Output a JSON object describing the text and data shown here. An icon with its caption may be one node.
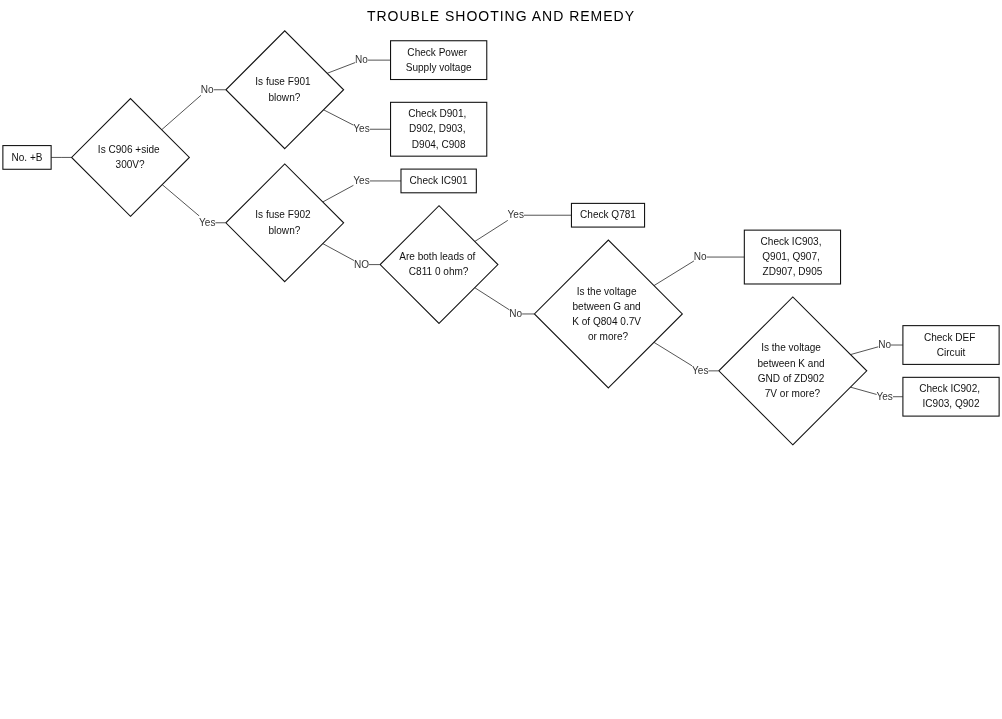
{
  "diagram": {
    "title": "TROUBLE SHOOTING AND REMEDY",
    "nodes": [
      {
        "text": [
          "No. +B"
        ]
      },
      {
        "text": [
          "Is C906 +side 300V?"
        ]
      },
      {
        "text": [
          "Is fuse F901 blown?"
        ]
      },
      {
        "text": [
          "Check Power Supply voltage"
        ]
      },
      {
        "text": [
          "Check D901, D902, D903, D904, C908"
        ]
      },
      {
        "text": [
          "Is fuse F902 blown?"
        ]
      },
      {
        "text": [
          "Check IC901"
        ]
      },
      {
        "text": [
          "Are both leads of C811 0 ohm?"
        ]
      },
      {
        "text": [
          "Check Q781"
        ]
      },
      {
        "text": [
          "Is the voltage between G and K of Q804 0.7V or more?"
        ]
      },
      {
        "text": [
          "Check IC903, Q901, Q907, ZD907, D905"
        ]
      },
      {
        "text": [
          "Is the voltage between K and GND of ZD902 7V or more?"
        ]
      },
      {
        "text": [
          "Check DEF Circuit"
        ]
      },
      {
        "text": [
          "Check IC902, IC903, Q902"
        ]
      }
    ],
    "edges": [
      {
        "from": 0,
        "to": 1,
        "arrow": "none"
      },
      {
        "from": 1,
        "to": 2,
        "arrow": "none",
        "label": "No"
      },
      {
        "from": 2,
        "to": 3,
        "arrow": "none",
        "label": "No"
      },
      {
        "from": 2,
        "to": 4,
        "arrow": "none",
        "label": "Yes"
      },
      {
        "from": 1,
        "to": 5,
        "arrow": "none",
        "label": "Yes"
      },
      {
        "from": 5,
        "to": 6,
        "arrow": "none",
        "label": "Yes"
      },
      {
        "from": 5,
        "to": 7,
        "arrow": "none",
        "label": "NO"
      },
      {
        "from": 7,
        "to": 8,
        "arrow": "none",
        "label": "Yes"
      },
      {
        "from": 7,
        "to": 9,
        "arrow": "none",
        "label": "No"
      },
      {
        "from": 9,
        "to": 10,
        "arrow": "none",
        "label": "No"
      },
      {
        "from": 9,
        "to": 11,
        "arrow": "none",
        "label": "Yes"
      },
      {
        "from": 11,
        "to": 12,
        "arrow": "none",
        "label": "No"
      },
      {
        "from": 11,
        "to": 13,
        "arrow": "none",
        "label": "Yes"
      }
    ]
  }
}
